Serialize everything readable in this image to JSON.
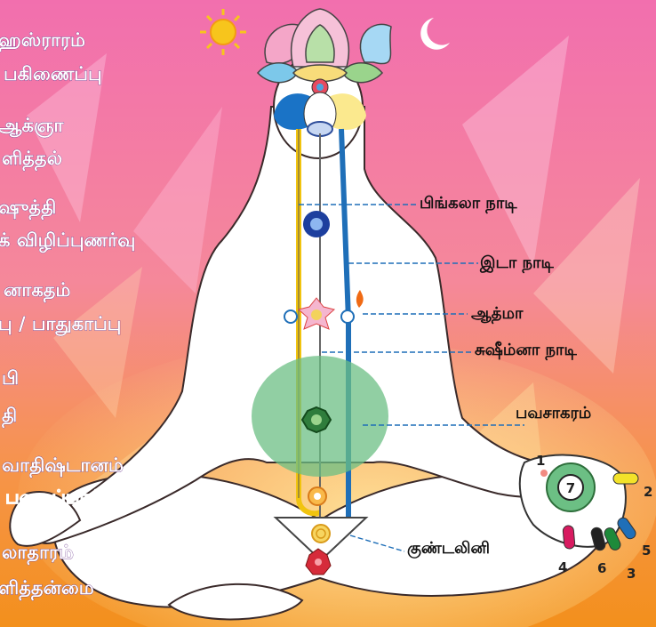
{
  "left_labels": [
    {
      "name": "label-sahasraram",
      "text": "ஹஸ்ராரம்"
    },
    {
      "name": "label-inaippu",
      "text": "பகிணைப்பு"
    },
    {
      "name": "label-agnya",
      "text": "ஆக்ஞா"
    },
    {
      "name": "label-thelivu",
      "text": "ளித்தல்"
    },
    {
      "name": "label-vishuddhi",
      "text": "ஷுத்தி"
    },
    {
      "name": "label-vizhippunarvu",
      "text": "க் விழிப்புணர்வு"
    },
    {
      "name": "label-anahatham",
      "text": "னாகதம்"
    },
    {
      "name": "label-paathukaappu",
      "text": "பு / பாதுகாப்பு"
    },
    {
      "name": "label-nabhi",
      "text": "பி"
    },
    {
      "name": "label-nabhi-sub",
      "text": "தி"
    },
    {
      "name": "label-swadhishtanam",
      "text": "வாதிஷ்டானம்"
    },
    {
      "name": "label-swadhishtanam-sub",
      "text": "படைப்பாற்றல்"
    },
    {
      "name": "label-mooladharam",
      "text": "லாதாரம்"
    },
    {
      "name": "label-thelithanmai",
      "text": "ளித்தன்மை"
    }
  ],
  "right_labels": [
    {
      "name": "label-pingala-nadi",
      "text": "பிங்கலா நாடி"
    },
    {
      "name": "label-ida-nadi",
      "text": "இடா நாடி"
    },
    {
      "name": "label-atma",
      "text": "ஆத்மா"
    },
    {
      "name": "label-sushumna-nadi",
      "text": "சுஷீம்னா நாடி"
    },
    {
      "name": "label-bhavasagaram",
      "text": "பவசாகரம்"
    },
    {
      "name": "label-kundalini",
      "text": "குண்டலினி"
    }
  ],
  "palm_number": "7",
  "finger_numbers": [
    {
      "name": "finger-number-1",
      "text": "1"
    },
    {
      "name": "finger-number-2",
      "text": "2"
    },
    {
      "name": "finger-number-5",
      "text": "5"
    },
    {
      "name": "finger-number-4",
      "text": "4"
    },
    {
      "name": "finger-number-6",
      "text": "6"
    },
    {
      "name": "finger-number-3",
      "text": "3"
    }
  ],
  "colors": {
    "background_top": "#f06aa8",
    "background_bottom": "#f3901c",
    "body_fill": "#ffffff",
    "pingala_nadi": "#f1c40f",
    "ida_nadi": "#1f6fb8",
    "bhavasagaram": "#6cbf84",
    "left_label_text": "#ffffff",
    "right_label_text": "#111111"
  },
  "icons": [
    "sun-icon",
    "crescent-moon-icon",
    "lotus-icon",
    "kundalini-spiral-icon"
  ]
}
